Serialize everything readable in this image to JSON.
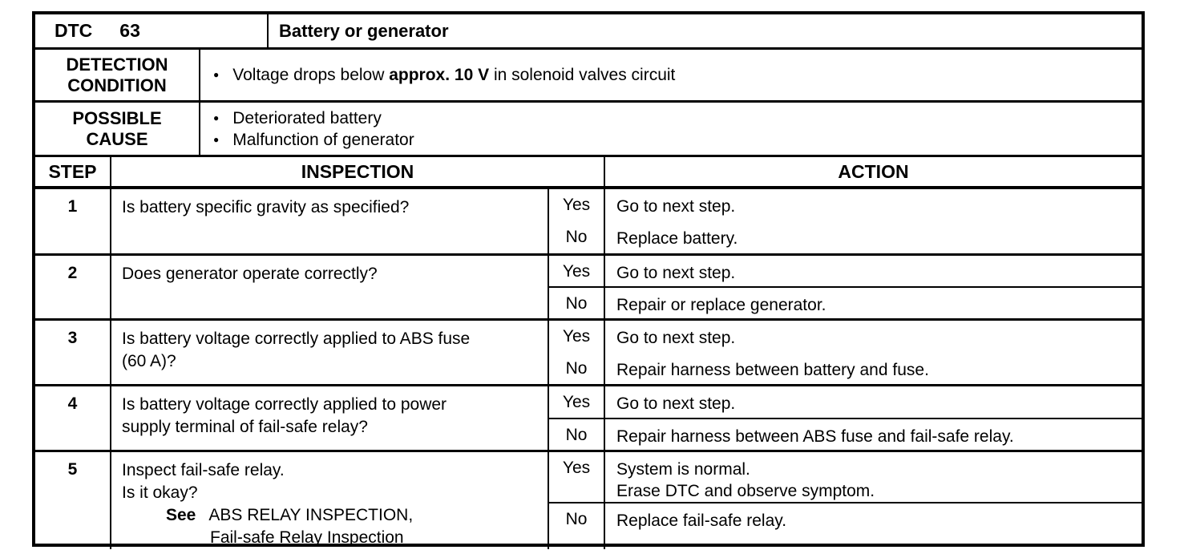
{
  "colors": {
    "border": "#000000",
    "background": "#ffffff",
    "text": "#000000"
  },
  "glyphs": {
    "bullet": "●"
  },
  "header": {
    "dtc_label": "DTC",
    "dtc_code": "63",
    "title": "Battery or generator"
  },
  "detection_condition": {
    "label_line1": "DETECTION",
    "label_line2": "CONDITION",
    "text_prefix": "Voltage drops below ",
    "text_bold": "approx. 10 V",
    "text_suffix": " in solenoid valves circuit"
  },
  "possible_cause": {
    "label_line1": "POSSIBLE",
    "label_line2": "CAUSE",
    "items": [
      "Deteriorated battery",
      "Malfunction of generator"
    ]
  },
  "table": {
    "headers": {
      "step": "STEP",
      "inspection": "INSPECTION",
      "action": "ACTION"
    },
    "yes_label": "Yes",
    "no_label": "No",
    "steps": [
      {
        "num": "1",
        "inspection_line1": "Is battery specific gravity as specified?",
        "yes_action": "Go to next step.",
        "no_action": "Replace battery."
      },
      {
        "num": "2",
        "inspection_line1": "Does generator operate correctly?",
        "yes_action": "Go to next step.",
        "no_action": "Repair or replace generator."
      },
      {
        "num": "3",
        "inspection_line1": "Is battery voltage correctly applied to ABS fuse",
        "inspection_line2": "(60 A)?",
        "yes_action": "Go to next step.",
        "no_action": "Repair harness between battery and fuse."
      },
      {
        "num": "4",
        "inspection_line1": "Is battery voltage correctly applied to power",
        "inspection_line2": "supply terminal of fail-safe relay?",
        "yes_action": "Go to next step.",
        "no_action": "Repair harness between ABS fuse and fail-safe relay."
      },
      {
        "num": "5",
        "inspection_line1": "Inspect fail-safe relay.",
        "inspection_line2": "Is it okay?",
        "see_label": "See",
        "see_ref1": "ABS RELAY INSPECTION,",
        "see_ref2": "Fail-safe Relay Inspection",
        "yes_action_line1": "System is normal.",
        "yes_action_line2": "Erase DTC and observe symptom.",
        "no_action": "Replace fail-safe relay."
      }
    ]
  }
}
